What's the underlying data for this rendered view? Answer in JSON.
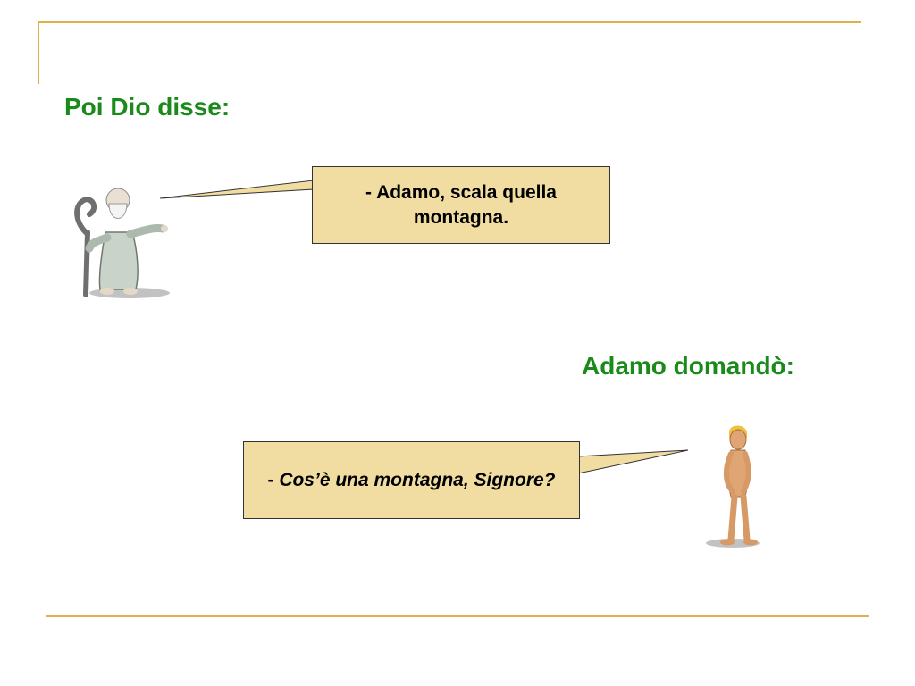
{
  "slide": {
    "heading_god": "Poi Dio disse:",
    "heading_adam": "Adamo domandò:",
    "bubble_god": {
      "text": "- Adamo, scala quella montagna."
    },
    "bubble_adam": {
      "dash": "- ",
      "text": "Cos’è una montagna, Signore?"
    },
    "characters": {
      "god": "old-man-with-staff-figure",
      "adam": "naked-man-figure"
    }
  },
  "colors": {
    "heading": "#1a8a1a",
    "frame_line": "#e2b04a",
    "bubble_fill": "#f1dda1",
    "bubble_border": "#333333"
  }
}
